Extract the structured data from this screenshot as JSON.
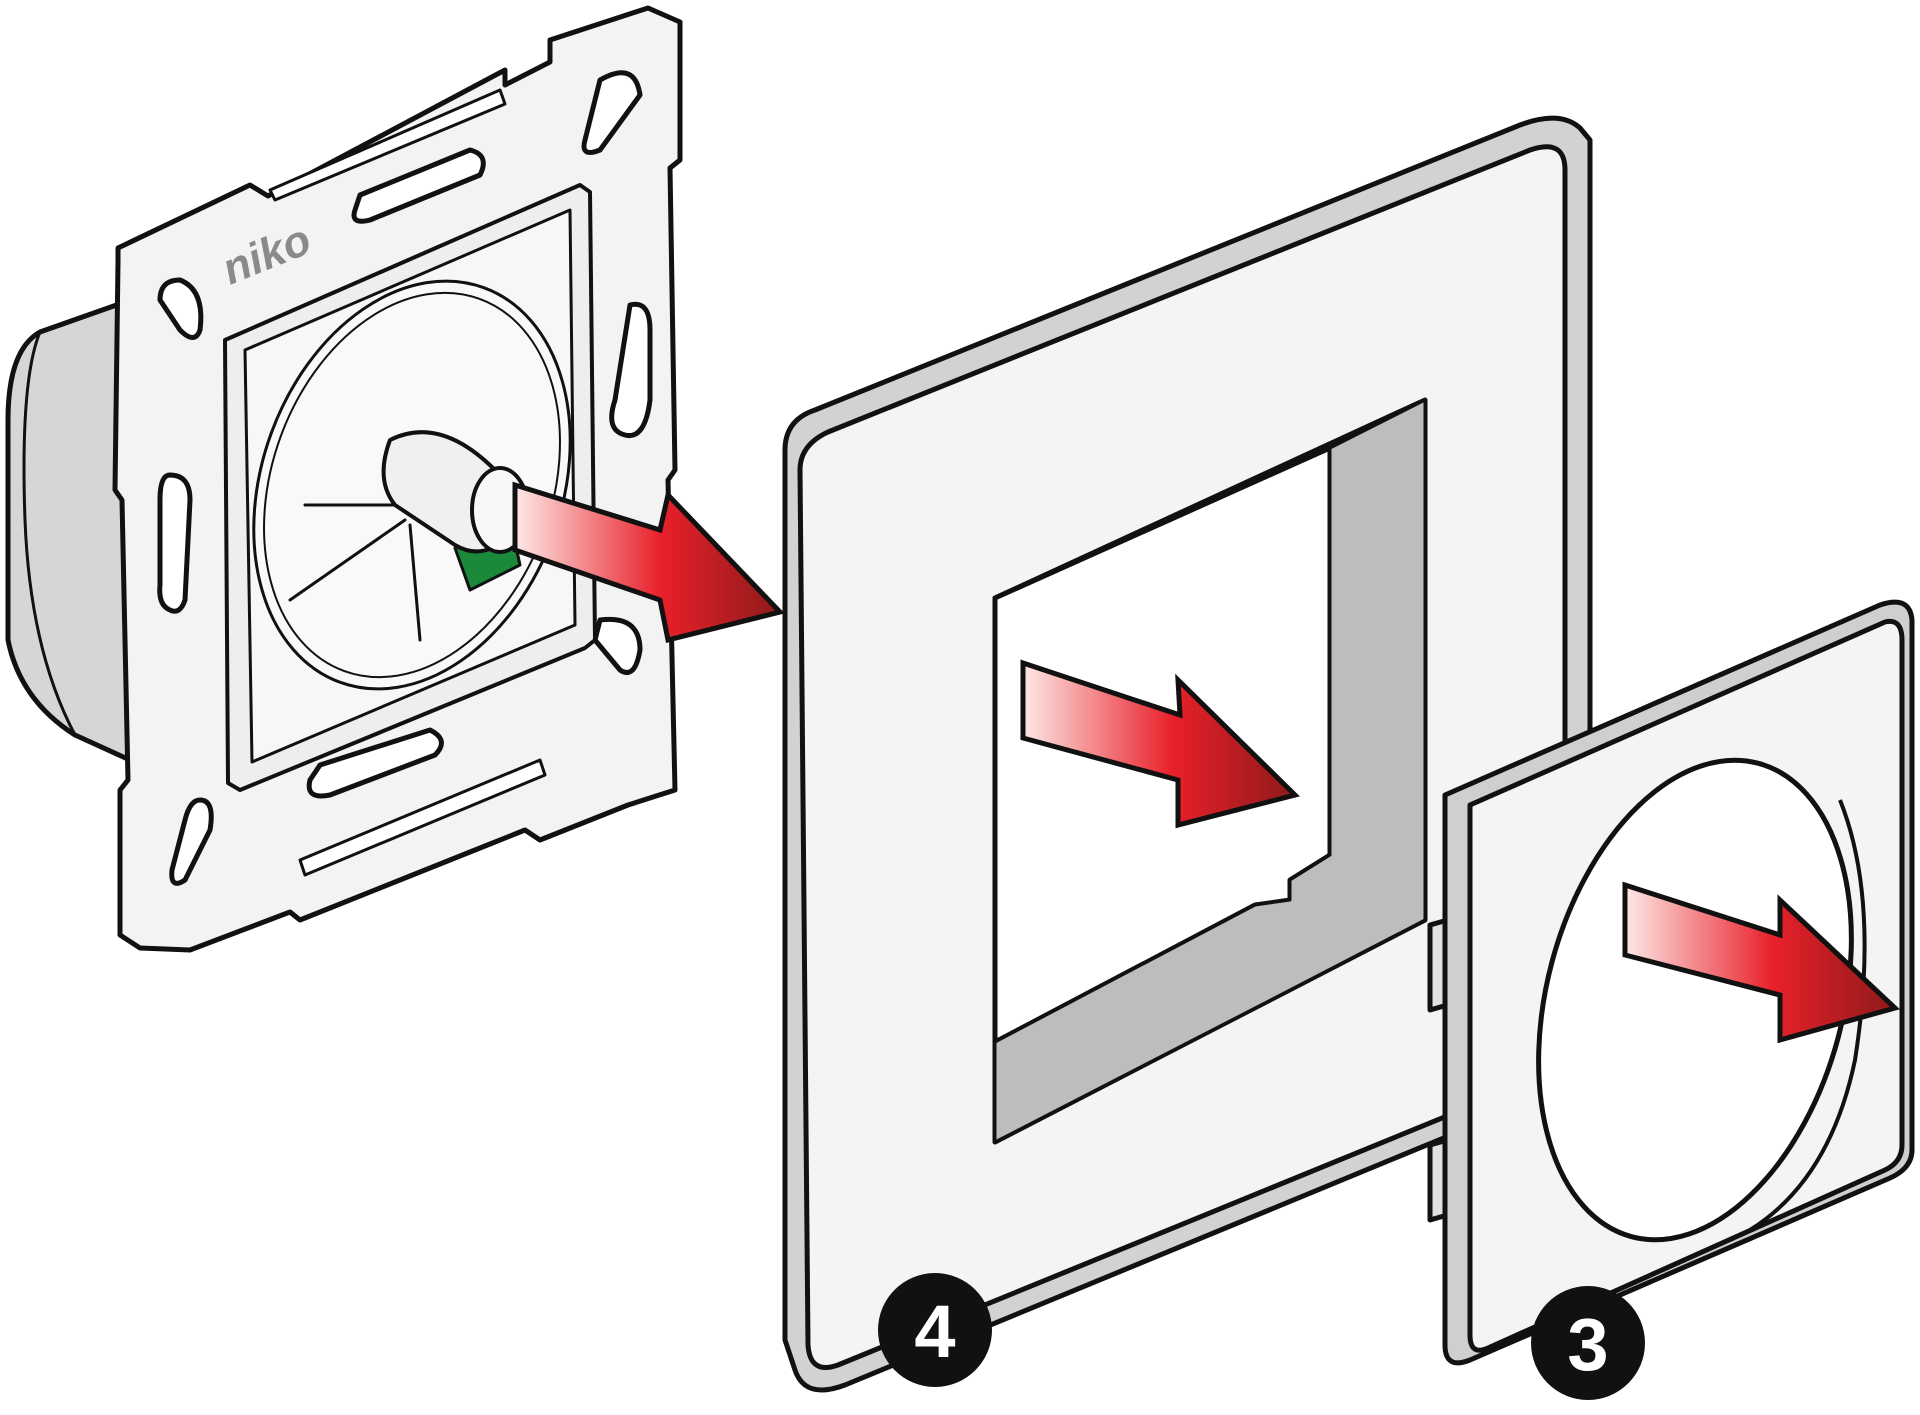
{
  "diagram": {
    "brand": "niko",
    "steps": [
      {
        "id": "frame",
        "label": "4"
      },
      {
        "id": "cover",
        "label": "3"
      }
    ],
    "colors": {
      "outline": "#111111",
      "plate": "#f2f2f2",
      "plate_edge": "#c8c8c8",
      "arrow_start": "#fde8e6",
      "arrow_mid": "#e8202a",
      "arrow_end": "#8e1a1a",
      "led_green": "#1a8a3a",
      "badge": "#111111"
    }
  }
}
